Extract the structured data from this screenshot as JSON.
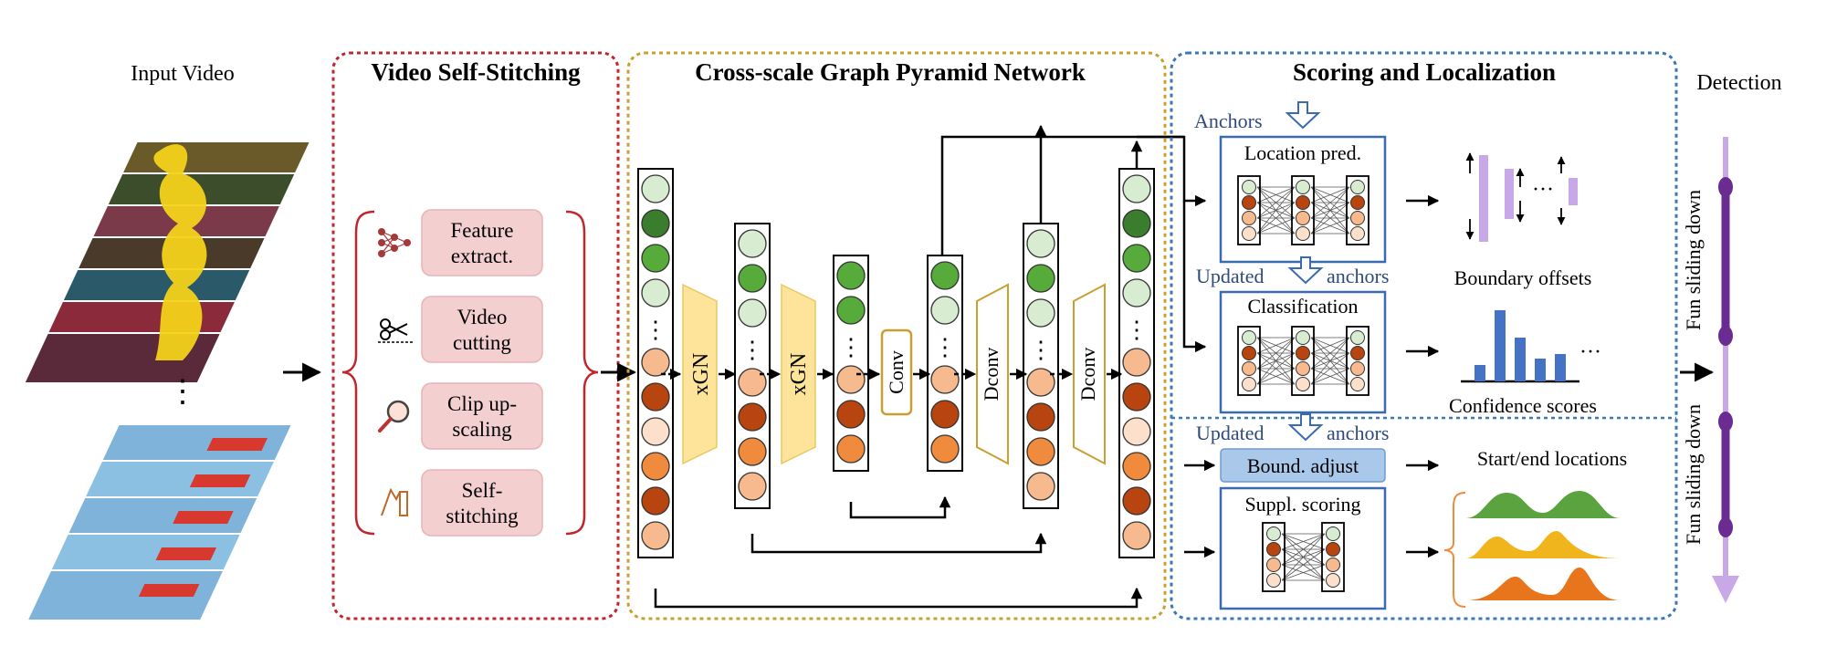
{
  "input": {
    "label": "Input Video"
  },
  "stitching": {
    "title": "Video Self-Stitching",
    "steps": [
      {
        "line1": "Feature",
        "line2": "extract.",
        "icon": "neural-network-icon"
      },
      {
        "line1": "Video",
        "line2": "cutting",
        "icon": "scissors-icon"
      },
      {
        "line1": "Clip up-",
        "line2": "scaling",
        "icon": "magnifier-icon"
      },
      {
        "line1": "Self-",
        "line2": "stitching",
        "icon": "stitching-icon"
      }
    ]
  },
  "pyramid": {
    "title": "Cross-scale Graph Pyramid Network",
    "ops": {
      "xgn1": "xGN",
      "xgn2": "xGN",
      "conv": "Conv",
      "dconv1": "Dconv",
      "dconv2": "Dconv"
    },
    "ellipsis": "⋮"
  },
  "scoring": {
    "title": "Scoring and Localization",
    "anchors": "Anchors",
    "updated1": "Updated",
    "updated1_anchors": "anchors",
    "updated2": "Updated",
    "updated2_anchors": "anchors",
    "location_pred": "Location pred.",
    "classification": "Classification",
    "bound_adjust": "Bound. adjust",
    "suppl_scoring": "Suppl. scoring",
    "boundary_offsets": "Boundary offsets",
    "confidence_scores": "Confidence scores",
    "start_end": "Start/end locations",
    "dots": "···"
  },
  "detection": {
    "title": "Detection",
    "label1": "Fun sliding down",
    "label2": "Fun sliding down"
  },
  "colors": {
    "red_border": "#c0272d",
    "gold_border": "#c8a030",
    "blue_border": "#3a78b8",
    "step_fill": "#f3cfd0",
    "trapezoid_fill": "#fde49a",
    "green_dark": "#3a7d2c",
    "green_mid": "#56ab3a",
    "green_light": "#d7ecd0",
    "orange_dark": "#b8450f",
    "orange_mid": "#f08a3c",
    "orange_light": "#f7b98e",
    "peach": "#fde0cc",
    "purple": "#6a2c91",
    "lavender": "#c9a8e8",
    "bar_blue": "#4472c4",
    "bound_fill": "#a9c8ea",
    "navy_text": "#2f4a7a"
  }
}
